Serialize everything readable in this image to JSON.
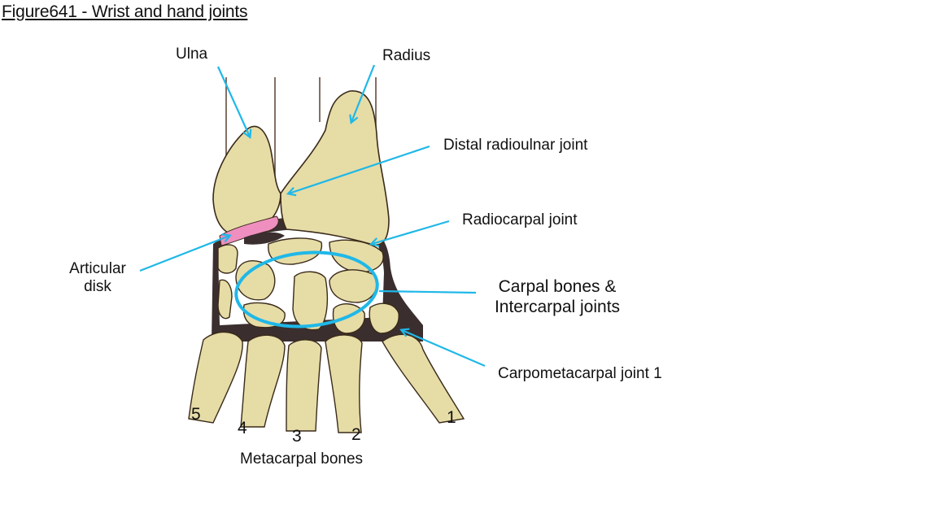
{
  "figure": {
    "title": "Figure641 - Wrist and hand joints"
  },
  "labels": {
    "ulna": "Ulna",
    "radius": "Radius",
    "distal_radioulnar": "Distal radioulnar joint",
    "radiocarpal": "Radiocarpal joint",
    "articular_disk_line1": "Articular",
    "articular_disk_line2": "disk",
    "carpal_line1": "Carpal bones &",
    "carpal_line2": "Intercarpal joints",
    "carpometacarpal": "Carpometacarpal joint 1",
    "metacarpal_bones": "Metacarpal bones"
  },
  "metacarpal_numbers": [
    "5",
    "4",
    "3",
    "2",
    "1"
  ],
  "colors": {
    "bone": "#e6dca6",
    "bone_outline": "#3a2a1a",
    "joint_dark": "#3b2e2e",
    "disk": "#ef8fbf",
    "pointer": "#1fb8e8"
  }
}
